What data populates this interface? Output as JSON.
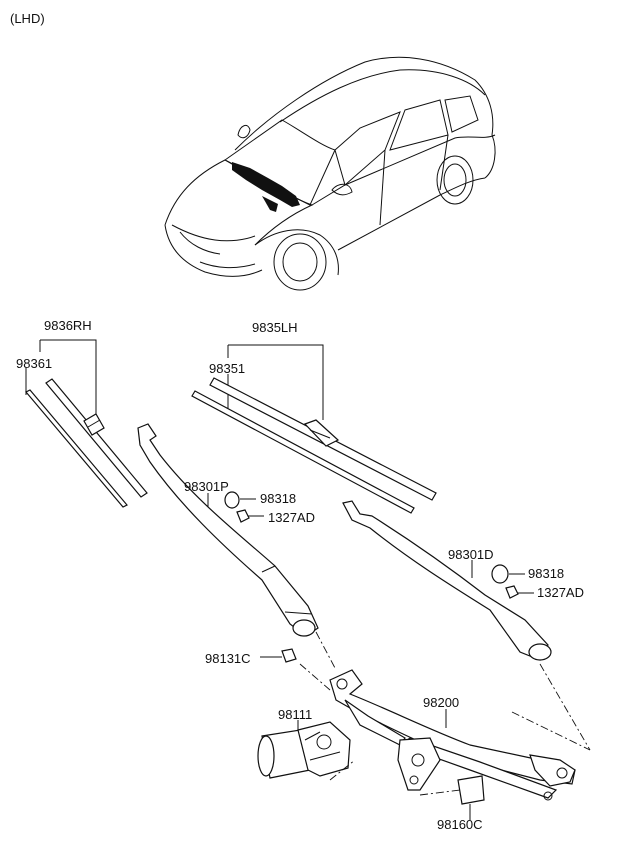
{
  "header": {
    "variant": "(LHD)"
  },
  "labels": {
    "p9836RH": "9836RH",
    "p98361": "98361",
    "p9835LH": "9835LH",
    "p98351": "98351",
    "p98301P": "98301P",
    "p98318a": "98318",
    "p1327ADa": "1327AD",
    "p98301D": "98301D",
    "p98318b": "98318",
    "p1327ADb": "1327AD",
    "p98131C": "98131C",
    "p98200": "98200",
    "p98111": "98111",
    "p98160C": "98160C"
  }
}
